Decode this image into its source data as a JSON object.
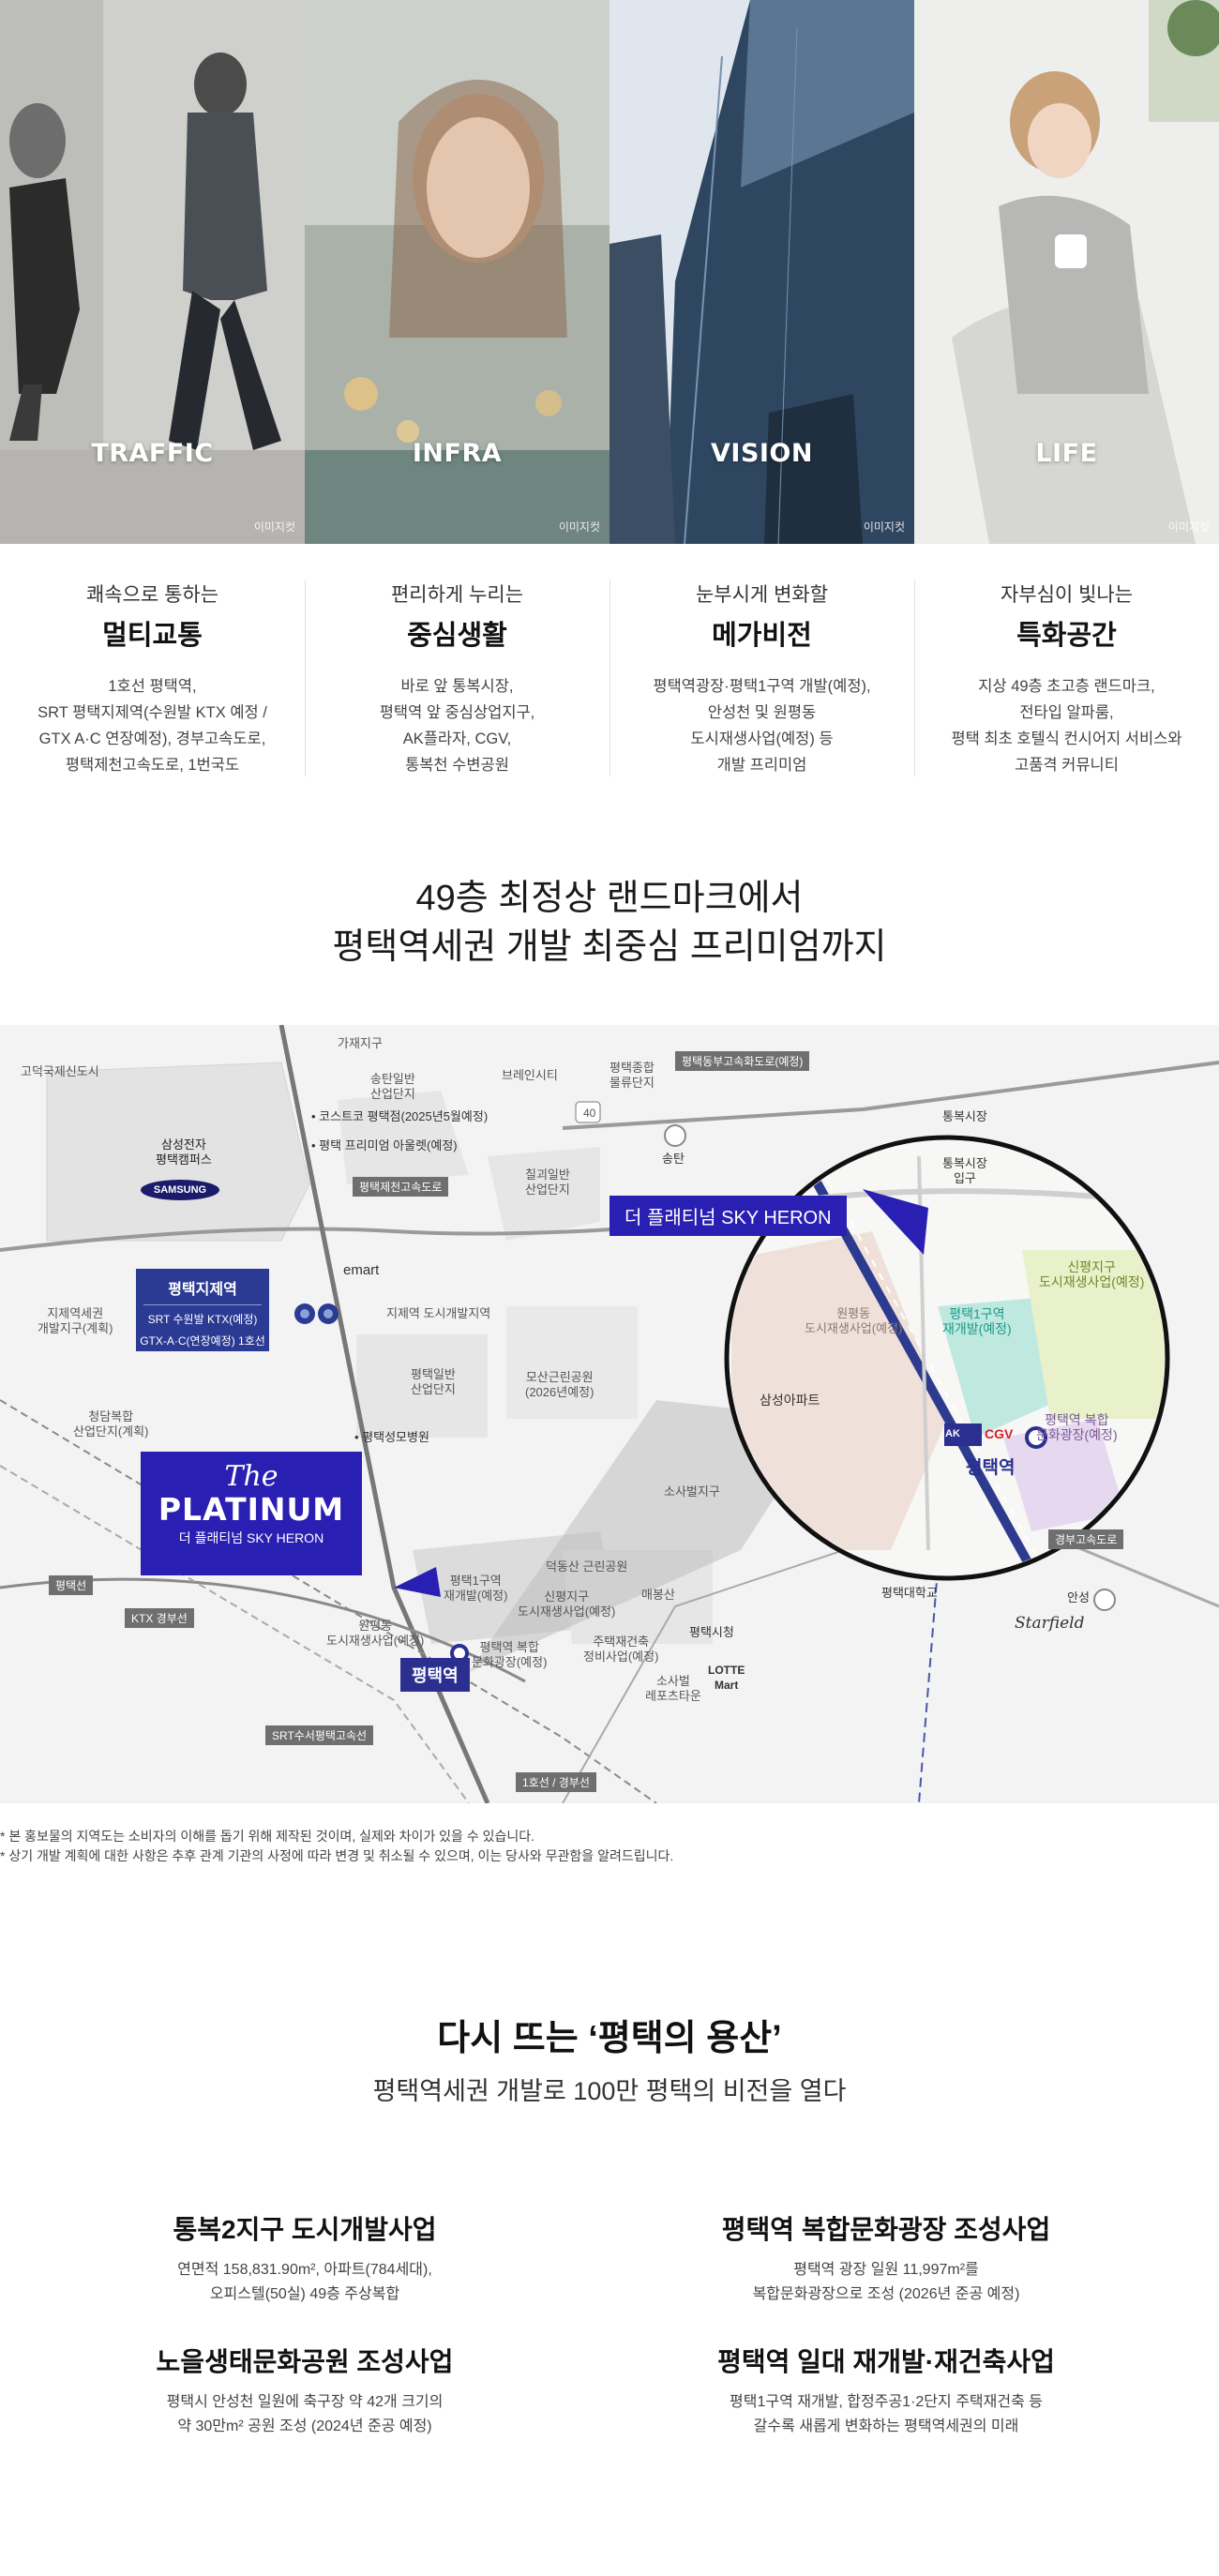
{
  "hero": {
    "panels": [
      {
        "title": "TRAFFIC",
        "credit": "이미지컷"
      },
      {
        "title": "INFRA",
        "credit": "이미지컷"
      },
      {
        "title": "VISION",
        "credit": "이미지컷"
      },
      {
        "title": "LIFE",
        "credit": "이미지컷"
      }
    ]
  },
  "features": [
    {
      "sub": "쾌속으로 통하는",
      "head": "멀티교통",
      "lines": [
        "1호선 평택역,",
        "SRT 평택지제역(수원발 KTX 예정 /",
        "GTX A·C 연장예정), 경부고속도로,",
        "평택제천고속도로, 1번국도"
      ]
    },
    {
      "sub": "편리하게 누리는",
      "head": "중심생활",
      "lines": [
        "바로 앞 통복시장,",
        "평택역 앞 중심상업지구,",
        "AK플라자, CGV,",
        "통복천 수변공원"
      ]
    },
    {
      "sub": "눈부시게 변화할",
      "head": "메가비전",
      "lines": [
        "평택역광장·평택1구역 개발(예정),",
        "안성천 및 원평동",
        "도시재생사업(예정) 등",
        "개발 프리미엄"
      ]
    },
    {
      "sub": "자부심이 빛나는",
      "head": "특화공간",
      "lines": [
        "지상 49층 초고층 랜드마크,",
        "전타입 알파룸,",
        "평택 최초 호텔식 컨시어지 서비스와",
        "고품격 커뮤니티"
      ]
    }
  ],
  "tagline": {
    "line1": "49층 최정상 랜드마크에서",
    "line2": "평택역세권 개발 최중심 프리미엄까지"
  },
  "map": {
    "labels": {
      "gojeok": "고덕국제신도시",
      "gajae": "가재지구",
      "songtan_ind": "송탄일반\n산업단지",
      "brain": "브레인시티",
      "jonghap": "평택종합\n물류단지",
      "samsung_campus": "삼성전자\n평택캠퍼스",
      "chilgoe": "칠괴일반\n산업단지",
      "songtan": "송탄",
      "jije_dev": "지제역세권\n개발지구(계획)",
      "jije_city": "지제역 도시개발지역",
      "pt_ind": "평택일반\n산업단지",
      "mosan": "모산근린공원\n(2026년예정)",
      "cheongdam": "청담복합\n산업단지(계획)",
      "sungmo": "• 평택성모병원",
      "sosabeol": "소사벌지구",
      "costco": "• 코스트코 평택점(2025년5월예정)",
      "outlet": "• 평택 프리미엄 아울렛(예정)",
      "deokdong": "덕동산 근린공원",
      "pt1_small": "평택1구역\n재개발(예정)",
      "sinpyeong_small": "신평지구\n도시재생사업(예정)",
      "maebong": "매봉산",
      "wonpyeong_small": "원평동\n도시재생사업(예정)",
      "complex_small": "평택역 복합\n문화광장(예정)",
      "jutaek": "주택재건축\n정비사업(예정)",
      "cityhall": "평택시청",
      "sosabeol_shop": "소사벌\n레포츠타운",
      "univ": "평택대학교",
      "anseong": "안성",
      "tongbok_market": "통복시장",
      "tongbok_entry": "통복시장\n입구",
      "wonpyeong_big": "원평동\n도시재생사업(예정)",
      "pt1_big": "평택1구역\n재개발(예정)",
      "sinpyeong_big": "신평지구\n도시재생사업(예정)",
      "samsung_apt": "삼성아파트",
      "complex_big": "평택역 복합\n문화광장(예정)"
    },
    "tags": {
      "pt_dongbu": "평택동부고속화도로(예정)",
      "pt_jecheon": "평택제천고속도로",
      "pyeongtaekseon": "평택선",
      "ktx": "KTX 경부선",
      "srt": "SRT수서평택고속선",
      "line1": "1호선 / 경부선",
      "gyeongbu": "경부고속도로"
    },
    "route40": "40",
    "samsung": "SAMSUNG",
    "emart": "emart",
    "lotte": "LOTTE\nMart",
    "starfield": "Starfield",
    "cgv": "CGV",
    "ak": "AK",
    "station_small": "평택역",
    "station_big": "평택역",
    "sky_callout": "더 플래티넘 SKY HERON",
    "jeje": {
      "title": "평택지제역",
      "l1": "SRT 수원발 KTX(예정)",
      "l2": "GTX-A·C(연장예정) 1호선"
    },
    "brand": {
      "the": "The",
      "plat": "PLATINUM",
      "sub": "더 플래티넘 SKY HERON"
    }
  },
  "notes": [
    "* 본 홍보물의 지역도는 소비자의 이해를 돕기 위해 제작된 것이며, 실제와 차이가 있을 수 있습니다.",
    "* 상기 개발 계획에 대한 사항은 추후 관계 기관의 사정에 따라 변경 및 취소될 수 있으며, 이는 당사와 무관함을 알려드립니다."
  ],
  "section2": {
    "title": "다시 뜨는 ‘평택의 용산’",
    "sub": "평택역세권 개발로 100만 평택의 비전을 열다",
    "projects": [
      {
        "h": "통복2지구 도시개발사업",
        "l1": "연면적 158,831.90m², 아파트(784세대),",
        "l2": "오피스텔(50실) 49층 주상복합"
      },
      {
        "h": "평택역 복합문화광장 조성사업",
        "l1": "평택역 광장 일원 11,997m²를",
        "l2": "복합문화광장으로 조성 (2026년 준공 예정)"
      },
      {
        "h": "노을생태문화공원 조성사업",
        "l1": "평택시 안성천 일원에 축구장 약 42개 크기의",
        "l2": "약 30만m² 공원 조성 (2024년 준공 예정)"
      },
      {
        "h": "평택역 일대 재개발·재건축사업",
        "l1": "평택1구역 재개발, 합정주공1·2단지 주택재건축 등",
        "l2": "갈수록 새롭게 변화하는 평택역세권의 미래"
      }
    ]
  }
}
